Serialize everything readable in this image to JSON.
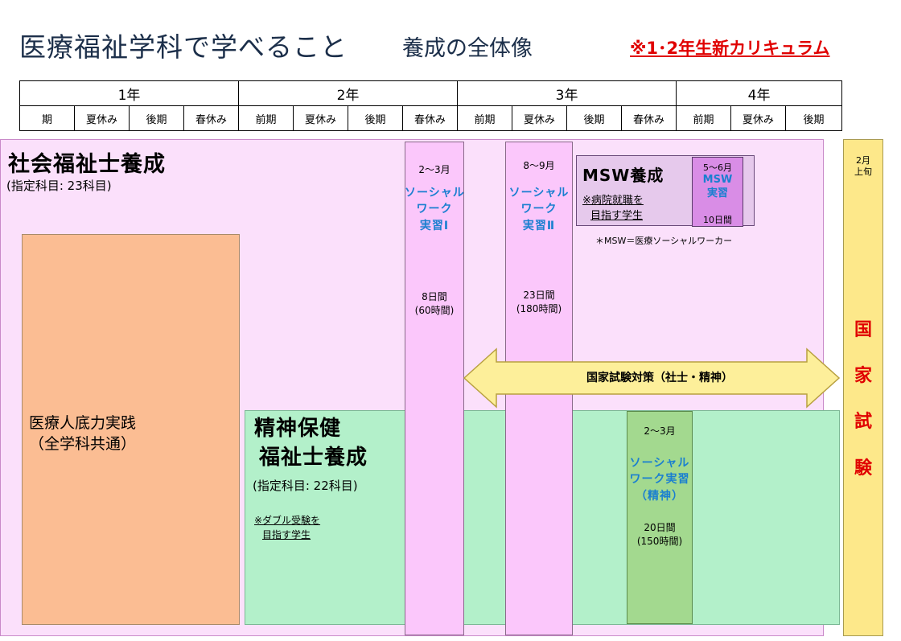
{
  "header": {
    "title": "医療福祉学科で学べること",
    "subtitle": "養成の全体像",
    "curriculum_note": "※1･2年生新カリキュラム"
  },
  "timeline": {
    "years": [
      "1年",
      "2年",
      "3年",
      "4年"
    ],
    "terms": [
      "期",
      "夏休み",
      "後期",
      "春休み",
      "前期",
      "夏休み",
      "後期",
      "春休み",
      "前期",
      "夏休み",
      "後期",
      "春休み",
      "前期",
      "夏休み",
      "後期"
    ]
  },
  "social_work": {
    "title": "社会福祉士養成",
    "subtitle": "(指定科目: 23科目)"
  },
  "common": {
    "line1": "医療人底力実践",
    "line2": "（全学科共通）"
  },
  "mental_health": {
    "title_line1": "精神保健",
    "title_line2": "福祉士養成",
    "subtitle": "(指定科目: 22科目)",
    "note_line1": "※ダブル受験を",
    "note_line2": "目指す学生"
  },
  "practicums": [
    {
      "period": "2〜3月",
      "name": [
        "ソーシャル",
        "ワーク",
        "実習Ⅰ"
      ],
      "days": "8日間",
      "hours": "(60時間)"
    },
    {
      "period": "8〜9月",
      "name": [
        "ソーシャル",
        "ワーク",
        "実習Ⅱ"
      ],
      "days": "23日間",
      "hours": "(180時間)"
    },
    {
      "period": "2〜3月",
      "name": [
        "ソーシャル",
        "ワーク実習",
        "（精神）"
      ],
      "days": "20日間",
      "hours": "(150時間)"
    }
  ],
  "msw": {
    "title": "MSW養成",
    "note_line1": "※病院就職を",
    "note_line2": "目指す学生",
    "practicum_period": "5〜6月",
    "practicum_name": [
      "MSW",
      "実習"
    ],
    "practicum_days": "10日間",
    "footnote": "＊MSW＝医療ソーシャルワーカー"
  },
  "exam_prep": {
    "label": "国家試験対策（社士・精神）"
  },
  "exam": {
    "time_line1": "2月",
    "time_line2": "上旬",
    "chars": [
      "国",
      "家",
      "試",
      "験"
    ]
  },
  "colors": {
    "social_work_bg": "#fbe0fb",
    "common_bg": "#fbbd93",
    "mental_health_bg": "#b3f0ca",
    "practicum_bg": "#fbc7fb",
    "mental_practicum_bg": "#a3d98f",
    "msw_bg": "#e6c9ec",
    "arrow_fill": "#fdef9a",
    "exam_bg": "#fde88a",
    "accent_red": "#e00000",
    "accent_blue": "#1a7fd0"
  }
}
